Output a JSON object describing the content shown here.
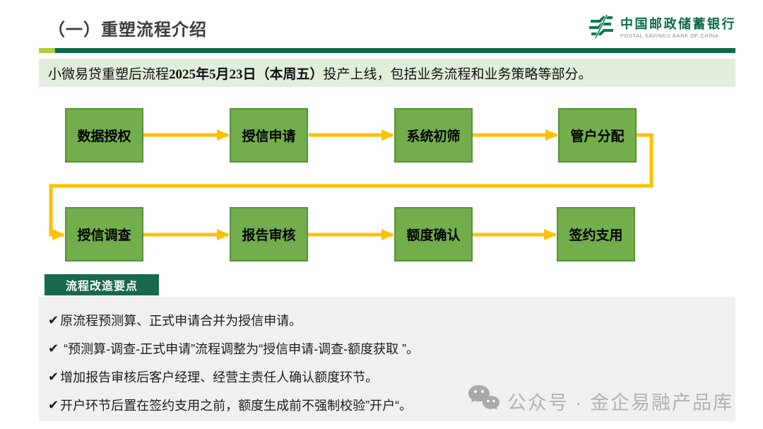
{
  "slide": {
    "title": "（一）重塑流程介绍"
  },
  "logo": {
    "cn": "中国邮政储蓄银行",
    "en": "POSTAL SAVINGS BANK OF CHINA",
    "icon": "psbc-emblem-icon",
    "green": "#0e7a4e"
  },
  "banner": {
    "before": "小微易贷重塑后流程",
    "date_bold": "2025年5月23日（本周五）",
    "after": "投产上线，包括业务流程和业务策略等部分。",
    "bg": "#e2eedc"
  },
  "flowchart": {
    "row1": [
      "数据授权",
      "授信申请",
      "系统初筛",
      "管户分配"
    ],
    "row2": [
      "授信调查",
      "报告审核",
      "额度确认",
      "签约支用"
    ],
    "arrow_color": "#ffc000",
    "box_fill": "#72ae4b",
    "box_border": "#5a8f3c"
  },
  "section_label": "流程改造要点",
  "points": [
    {
      "check": "✔",
      "text": "原流程预测算、正式申请合并为授信申请。"
    },
    {
      "check": "✔",
      "text": " “预测算-调查-正式申请”流程调整为“授信申请-调查-额度获取 ”。"
    },
    {
      "check": "✔",
      "text": "增加报告审核后客户经理、经营主责任人确认额度环节。"
    },
    {
      "check": "✔",
      "text": "开户环节后置在签约支用之前，额度生成前不强制校验”开户“。"
    }
  ],
  "watermark": {
    "text": "公众号 · 金企易融产品库",
    "icon": "wechat-icon",
    "gray": "#b3b3b3"
  },
  "colors": {
    "header_rule_dark": "#0b6a4b",
    "header_rule_light": "#a9ce39",
    "section_bg": "#17694a",
    "points_bg": "#f0f0f0",
    "title_color": "#3d3d3d"
  }
}
